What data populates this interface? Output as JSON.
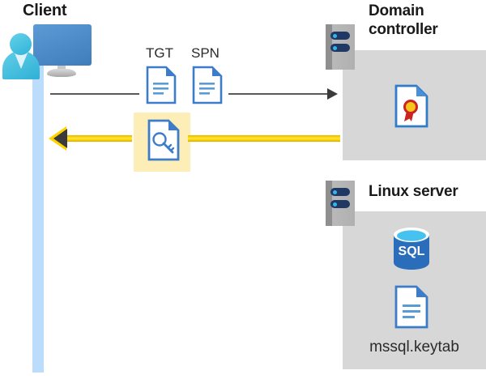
{
  "diagram": {
    "title_client": "Client",
    "title_domain_controller": "Domain\ncontroller",
    "title_linux_server": "Linux server",
    "labels": {
      "tgt": "TGT",
      "spn": "SPN",
      "keytab_file": "mssql.keytab"
    },
    "icons": {
      "client": "user-monitor-icon",
      "server_rack": "server-rack-icon",
      "tgt_document": "document-icon",
      "spn_document": "document-icon",
      "key_document": "key-document-icon",
      "certificate_document": "certificate-document-icon",
      "sql_database": "sql-database-icon",
      "keytab_document": "document-icon"
    },
    "arrows": [
      {
        "name": "request-arrow",
        "direction": "right",
        "style": "thin-gray",
        "from": "client",
        "to": "domain-controller"
      },
      {
        "name": "reply-arrow",
        "direction": "left",
        "style": "thick-yellow",
        "from": "domain-controller",
        "to": "client"
      }
    ],
    "colors": {
      "panel_gray": "#d7d7d7",
      "lifeline_blue": "#bcdcfb",
      "highlight_yellow": "#fdeeb8",
      "arrow_yellow": "#ffd200",
      "arrow_dark": "#3b3b3b",
      "doc_blue": "#3d7cc9",
      "sql_blue": "#2a6ebb",
      "rack_navy": "#1f3864",
      "rack_led": "#35b6ea",
      "cert_red": "#d32f2f",
      "cert_yellow": "#f5c518",
      "title_text": "#1a1a1a"
    }
  }
}
